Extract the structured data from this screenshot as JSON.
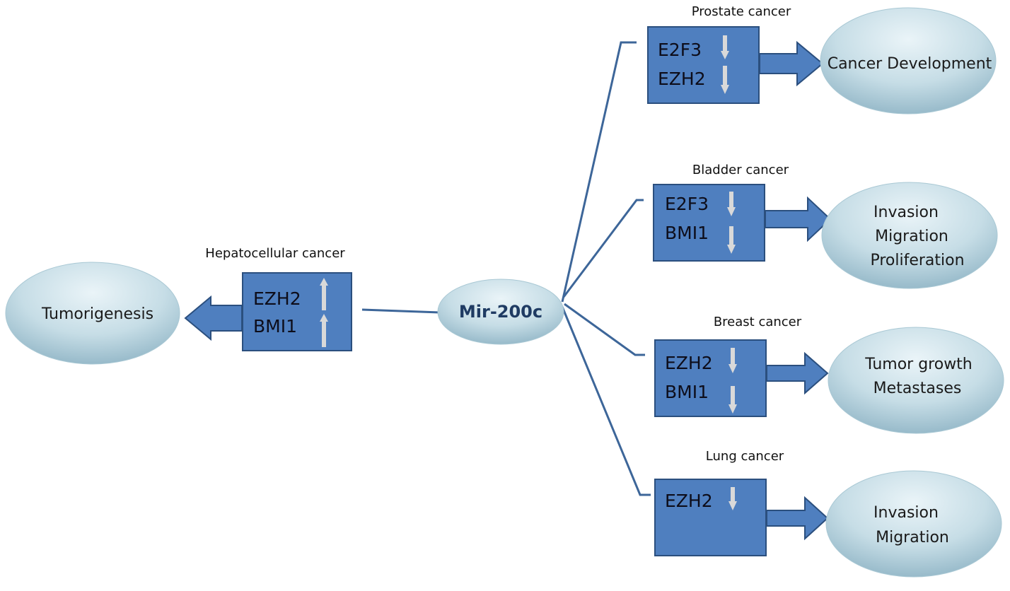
{
  "center": {
    "label": "Mir-200c"
  },
  "hepatocellular": {
    "caption": "Hepatocellular cancer",
    "genes": [
      {
        "name": "EZH2",
        "direction": "up"
      },
      {
        "name": "BMI1",
        "direction": "up"
      }
    ],
    "outcome": [
      "Tumorigenesis"
    ]
  },
  "branches": [
    {
      "caption": "Prostate cancer",
      "genes": [
        {
          "name": "E2F3",
          "direction": "down"
        },
        {
          "name": "EZH2",
          "direction": "down"
        }
      ],
      "outcome": [
        "Cancer Development"
      ]
    },
    {
      "caption": "Bladder cancer",
      "genes": [
        {
          "name": "E2F3",
          "direction": "down"
        },
        {
          "name": "BMI1",
          "direction": "down"
        }
      ],
      "outcome": [
        "Invasion",
        "Migration",
        "Proliferation"
      ]
    },
    {
      "caption": "Breast cancer",
      "genes": [
        {
          "name": "EZH2",
          "direction": "down"
        },
        {
          "name": "BMI1",
          "direction": "down"
        }
      ],
      "outcome": [
        "Tumor growth",
        "Metastases"
      ]
    },
    {
      "caption": "Lung cancer",
      "genes": [
        {
          "name": "EZH2",
          "direction": "down"
        }
      ],
      "outcome": [
        "Invasion",
        "Migration"
      ]
    }
  ],
  "colors": {
    "box_fill": "#4f7fbf",
    "box_stroke": "#2b4f7e",
    "line": "#3d6699",
    "ellipse_light": "#e6f2f7",
    "ellipse_dark": "#9fc2d1",
    "arrow_glyph": "#d9d9d9"
  }
}
